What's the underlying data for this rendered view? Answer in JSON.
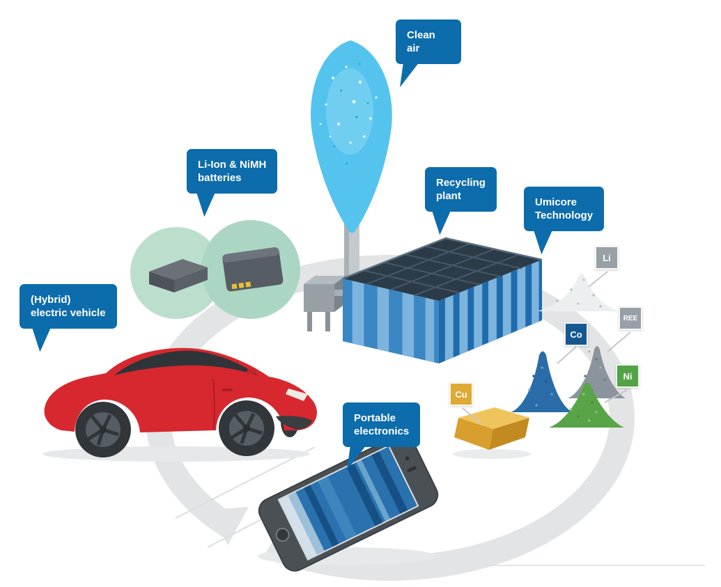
{
  "colors": {
    "bubble_blue": "#0d6cab",
    "plant_blue_dark": "#1e6cae",
    "plant_blue_light": "#3a87c4",
    "plant_stripe": "#7db4dd",
    "roof_navy": "#2c3b48",
    "plume_blue": "#54c3ee",
    "car_red": "#d7282f",
    "circle_mint": "#bcdfcd",
    "gold": "#d89e2e",
    "ring_gray": "#e3e4e5",
    "tile_gray": "#97a0a7",
    "tile_cobalt_blue": "#16588e",
    "tile_nickel_green": "#52a345",
    "tile_copper_gold": "#dfaa33"
  },
  "bubbles": {
    "clean_air": {
      "line1": "Clean",
      "line2": "air"
    },
    "batteries": {
      "line1": "Li-Ion & NiMH",
      "line2": "batteries"
    },
    "recycling_plant": {
      "line1": "Recycling",
      "line2": "plant"
    },
    "umicore_technology": {
      "line1": "Umicore",
      "line2": "Technology"
    },
    "electric_vehicle": {
      "line1": "(Hybrid)",
      "line2": "electric vehicle"
    },
    "portable_electronics": {
      "line1": "Portable",
      "line2": "electronics"
    }
  },
  "element_tiles": {
    "li": {
      "symbol": "Li",
      "color": "#97a0a7"
    },
    "ree": {
      "symbol": "REE",
      "color": "#97a0a7"
    },
    "co": {
      "symbol": "Co",
      "color": "#16588e"
    },
    "ni": {
      "symbol": "Ni",
      "color": "#52a345"
    },
    "cu": {
      "symbol": "Cu",
      "color": "#dfaa33"
    }
  }
}
